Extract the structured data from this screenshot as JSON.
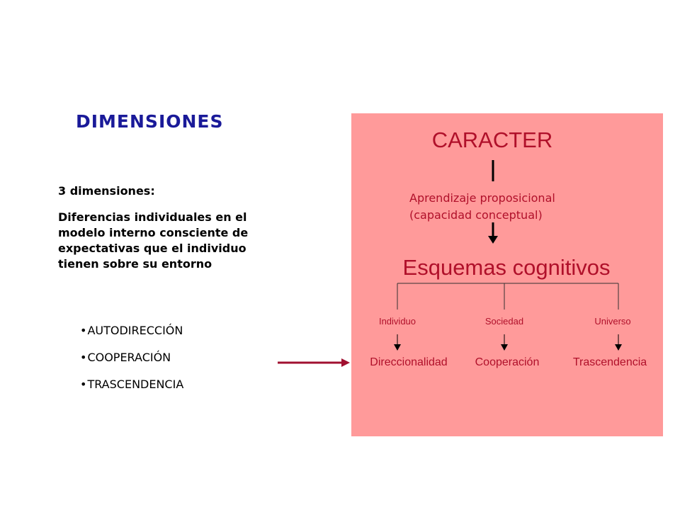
{
  "left": {
    "title": "DIMENSIONES",
    "subtitle": "3  dimensiones:",
    "description": "Diferencias individuales en el modelo interno consciente de expectativas que el individuo tienen sobre su entorno",
    "bullets": [
      "AUTODIRECCIÓN",
      "COOPERACIÓN",
      "TRASCENDENCIA"
    ]
  },
  "diagram": {
    "top": "CARACTER",
    "middle_line1": "Aprendizaje proposicional",
    "middle_line2": "(capacidad conceptual)",
    "schema": "Esquemas cognitivos",
    "branches": [
      {
        "label": "Individuo",
        "leaf": "Direccionalidad"
      },
      {
        "label": "Sociedad",
        "leaf": "Cooperación"
      },
      {
        "label": "Universo",
        "leaf": "Trascendencia"
      }
    ]
  },
  "colors": {
    "title": "#1a1a99",
    "panel": "#ff9a9a",
    "accent": "#b0102a",
    "arrow": "#a01030"
  }
}
